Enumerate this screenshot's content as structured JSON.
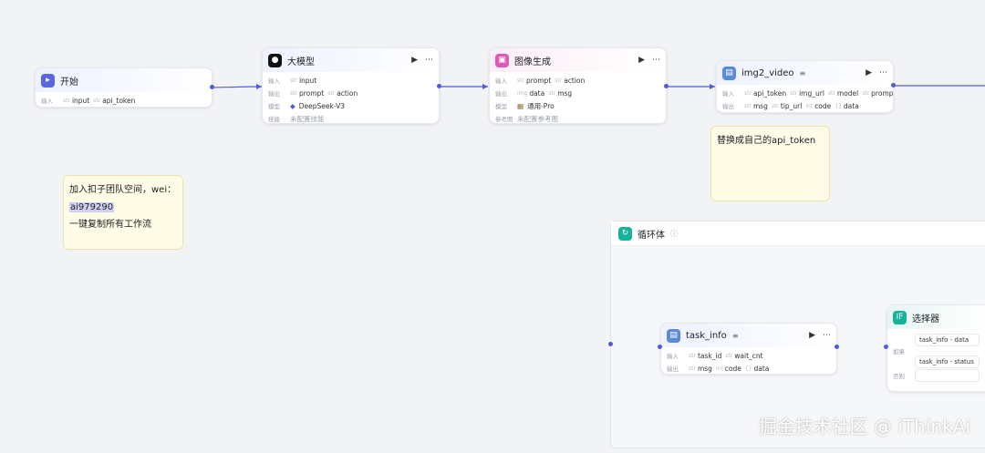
{
  "colors": {
    "accent": "#4f5cd6",
    "note_bg": "#fefbe6",
    "loop_teal": "#14b39a"
  },
  "start": {
    "title": "开始",
    "input_label": "输入",
    "params": [
      "input",
      "api_token"
    ]
  },
  "llm": {
    "title": "大模型",
    "input_label": "输入",
    "inputs": [
      "input"
    ],
    "output_label": "输出",
    "outputs": [
      "prompt",
      "action"
    ],
    "model_label": "模型",
    "model": "DeepSeek-V3",
    "skill_label": "技能",
    "skill": "未配置技能"
  },
  "image": {
    "title": "图像生成",
    "input_label": "输入",
    "inputs": [
      "prompt",
      "action"
    ],
    "output_label": "输出",
    "outputs": [
      "data",
      "msg"
    ],
    "model_label": "模型",
    "model": "通用-Pro",
    "ref_label": "参考图",
    "ref": "未配置参考图"
  },
  "img2video": {
    "title": "img2_video",
    "input_label": "输入",
    "inputs": [
      "api_token",
      "img_url",
      "model",
      "prompt"
    ],
    "output_label": "输出",
    "outputs": [
      "msg",
      "tip_url",
      "code",
      "data"
    ]
  },
  "note_left": {
    "line1": "加入扣子团队空间，wei：",
    "line2": "ai979290",
    "line3": "一键复制所有工作流"
  },
  "note_right": {
    "text": "替换成自己的api_token"
  },
  "loop": {
    "title": "循环体"
  },
  "task_info": {
    "title": "task_info",
    "input_label": "输入",
    "inputs": [
      "task_id",
      "wait_cnt"
    ],
    "output_label": "输出",
    "outputs": [
      "msg",
      "code",
      "data"
    ]
  },
  "selector": {
    "title": "选择器",
    "if_label": "如果",
    "else_label": "否则",
    "cond1": "task_info - data",
    "cond2": "task_info - status"
  },
  "watermark": "掘金技术社区 @ iThinkAi"
}
